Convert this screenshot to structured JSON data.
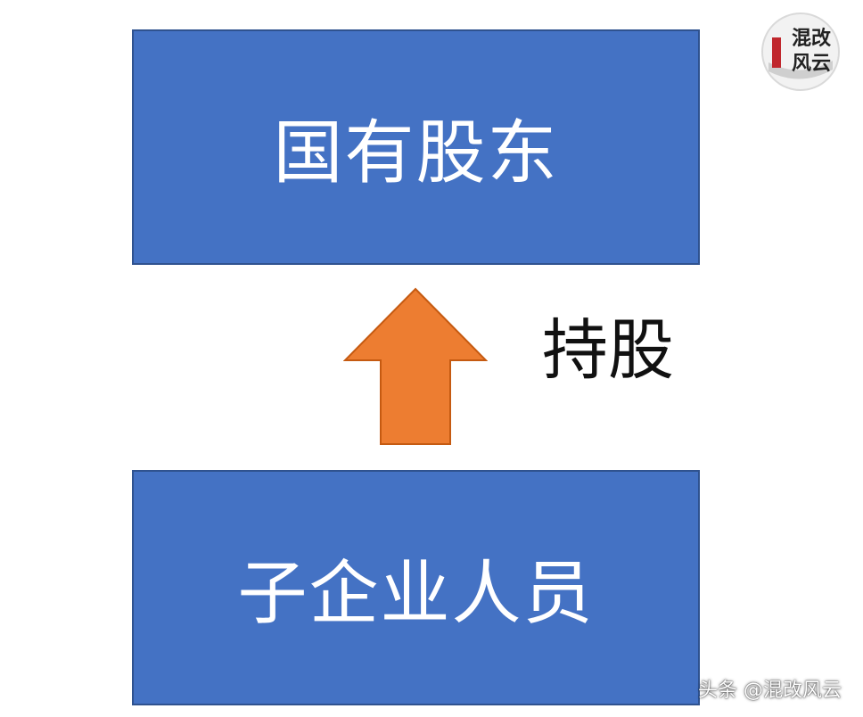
{
  "diagram": {
    "top_node": {
      "label": "国有股东"
    },
    "bottom_node": {
      "label": "子企业人员"
    },
    "relation": {
      "label": "持股",
      "direction": "up"
    }
  },
  "logo": {
    "text": "混改风云"
  },
  "watermark": {
    "text": "头条 @混改风云"
  },
  "colors": {
    "box_fill": "#4472c4",
    "box_border": "#2f528f",
    "box_text": "#ffffff",
    "arrow_fill": "#ed7d31",
    "arrow_stroke": "#c55a11",
    "logo_red": "#c0272d"
  }
}
